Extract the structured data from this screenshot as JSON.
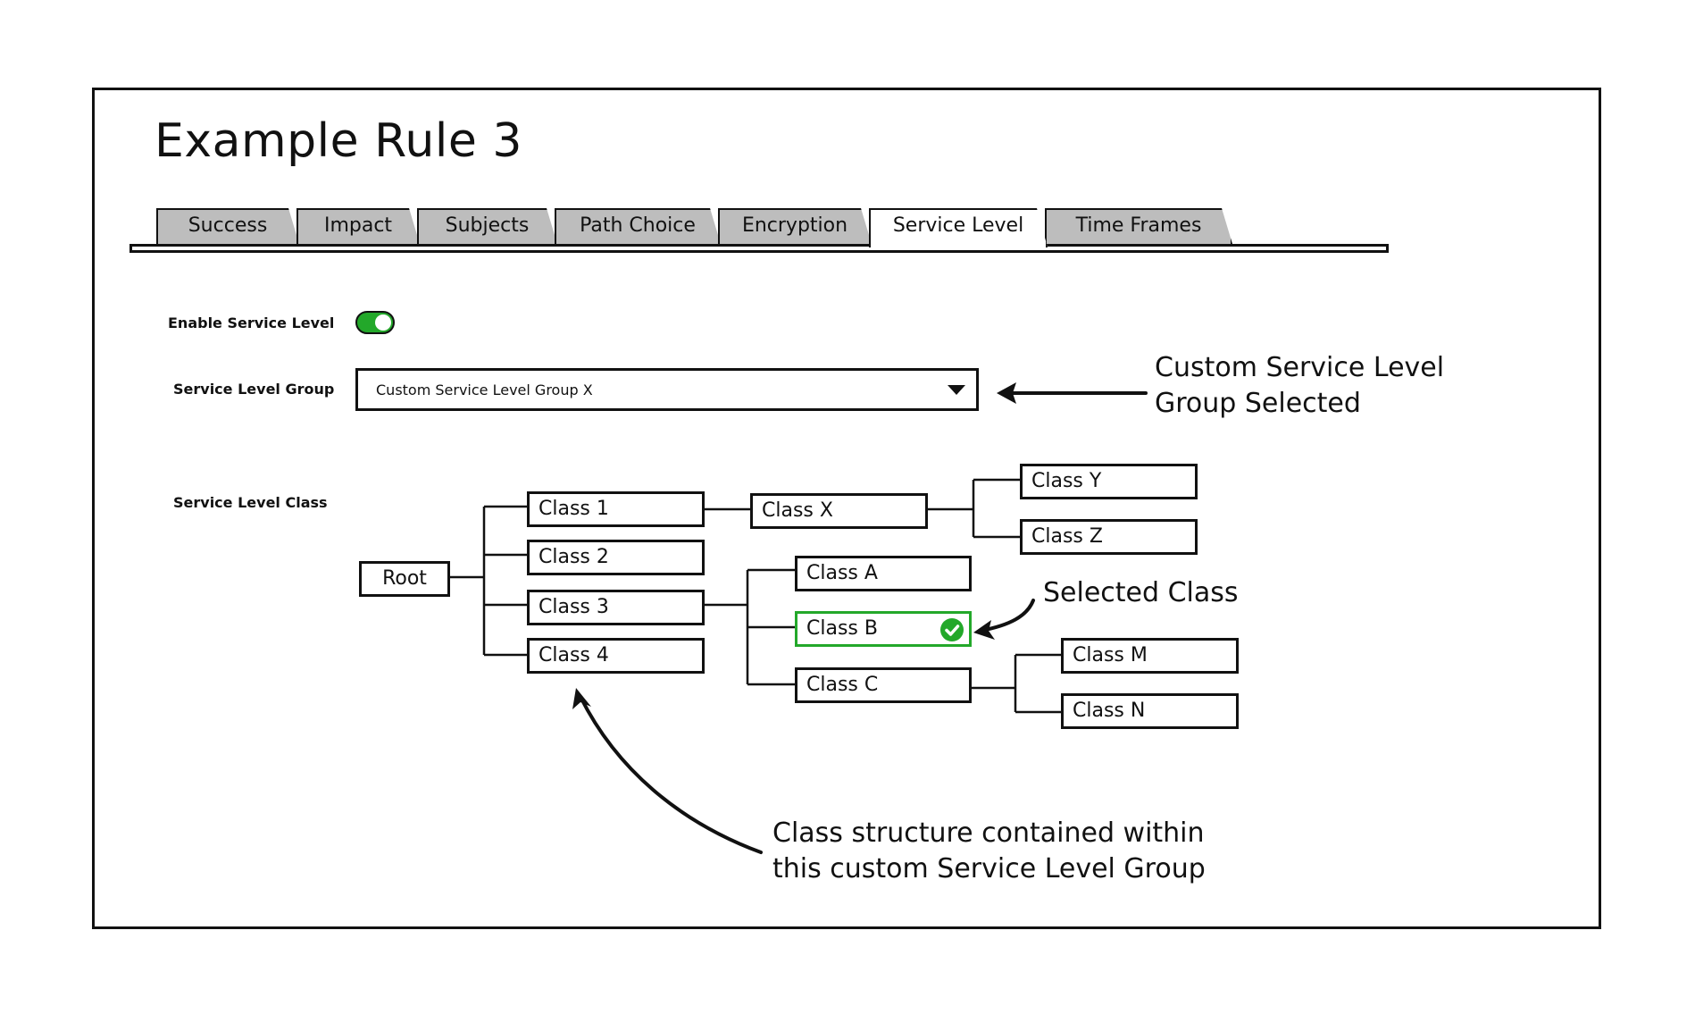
{
  "title": "Example Rule 3",
  "tabs": [
    {
      "label": "Success"
    },
    {
      "label": "Impact"
    },
    {
      "label": "Subjects"
    },
    {
      "label": "Path Choice"
    },
    {
      "label": "Encryption"
    },
    {
      "label": "Service Level",
      "active": true
    },
    {
      "label": "Time Frames"
    }
  ],
  "form": {
    "enable_label": "Enable Service Level",
    "enable_state": "on",
    "group_label": "Service Level Group",
    "group_value": "Custom Service Level Group X",
    "class_label": "Service Level Class"
  },
  "tree": {
    "root": "Root",
    "level1": [
      "Class 1",
      "Class 2",
      "Class 3",
      "Class 4"
    ],
    "class1_child": "Class X",
    "classx_children": [
      "Class Y",
      "Class Z"
    ],
    "class3_children": [
      "Class A",
      "Class B",
      "Class C"
    ],
    "classc_children": [
      "Class M",
      "Class N"
    ],
    "selected": "Class B"
  },
  "annotations": {
    "group_note_line1": "Custom Service Level",
    "group_note_line2": "Group Selected",
    "selected_note": "Selected Class",
    "structure_note_line1": "Class structure contained within",
    "structure_note_line2": "this custom Service Level Group"
  },
  "colors": {
    "accent_green": "#23a82a",
    "tab_inactive": "#bdbdbd"
  }
}
